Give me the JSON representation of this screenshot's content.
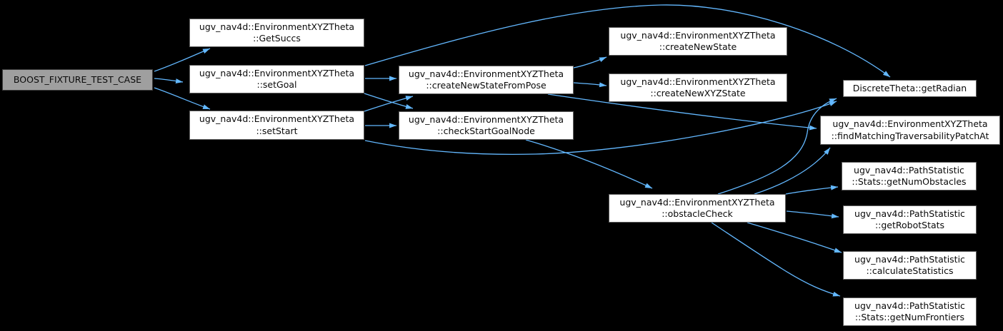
{
  "graph": {
    "type": "call-graph",
    "colors": {
      "background": "#000000",
      "edge": "#63b8ff",
      "node_fill": "#ffffff",
      "node_border": "#5e5e5e",
      "root_fill": "#9f9f9f",
      "text": "#0a0a0a"
    },
    "nodes": [
      {
        "id": "boost",
        "line1": "BOOST_FIXTURE_TEST_CASE",
        "line2": ""
      },
      {
        "id": "getsuccs",
        "line1": "ugv_nav4d::EnvironmentXYZTheta",
        "line2": "::GetSuccs"
      },
      {
        "id": "setgoal",
        "line1": "ugv_nav4d::EnvironmentXYZTheta",
        "line2": "::setGoal"
      },
      {
        "id": "setstart",
        "line1": "ugv_nav4d::EnvironmentXYZTheta",
        "line2": "::setStart"
      },
      {
        "id": "createnewstatefrompose",
        "line1": "ugv_nav4d::EnvironmentXYZTheta",
        "line2": "::createNewStateFromPose"
      },
      {
        "id": "checkstartgoalnode",
        "line1": "ugv_nav4d::EnvironmentXYZTheta",
        "line2": "::checkStartGoalNode"
      },
      {
        "id": "createnewstate",
        "line1": "ugv_nav4d::EnvironmentXYZTheta",
        "line2": "::createNewState"
      },
      {
        "id": "createnewxyzstate",
        "line1": "ugv_nav4d::EnvironmentXYZTheta",
        "line2": "::createNewXYZState"
      },
      {
        "id": "getradian",
        "line1": "DiscreteTheta::getRadian",
        "line2": ""
      },
      {
        "id": "findmatching",
        "line1": "ugv_nav4d::EnvironmentXYZTheta",
        "line2": "::findMatchingTraversabilityPatchAt"
      },
      {
        "id": "obstaclecheck",
        "line1": "ugv_nav4d::EnvironmentXYZTheta",
        "line2": "::obstacleCheck"
      },
      {
        "id": "getnumobstacles",
        "line1": "ugv_nav4d::PathStatistic",
        "line2": "::Stats::getNumObstacles"
      },
      {
        "id": "getrobotstats",
        "line1": "ugv_nav4d::PathStatistic",
        "line2": "::getRobotStats"
      },
      {
        "id": "calculatestatistics",
        "line1": "ugv_nav4d::PathStatistic",
        "line2": "::calculateStatistics"
      },
      {
        "id": "getnumfrontiers",
        "line1": "ugv_nav4d::PathStatistic",
        "line2": "::Stats::getNumFrontiers"
      }
    ],
    "edges": [
      {
        "from": "boost",
        "to": "getsuccs"
      },
      {
        "from": "boost",
        "to": "setgoal"
      },
      {
        "from": "boost",
        "to": "setstart"
      },
      {
        "from": "setgoal",
        "to": "createnewstatefrompose"
      },
      {
        "from": "setgoal",
        "to": "checkstartgoalnode"
      },
      {
        "from": "setgoal",
        "to": "getradian"
      },
      {
        "from": "setstart",
        "to": "createnewstatefrompose"
      },
      {
        "from": "setstart",
        "to": "checkstartgoalnode"
      },
      {
        "from": "setstart",
        "to": "getradian"
      },
      {
        "from": "createnewstatefrompose",
        "to": "createnewstate"
      },
      {
        "from": "createnewstatefrompose",
        "to": "createnewxyzstate"
      },
      {
        "from": "createnewstatefrompose",
        "to": "findmatching"
      },
      {
        "from": "checkstartgoalnode",
        "to": "obstaclecheck"
      },
      {
        "from": "obstaclecheck",
        "to": "getradian"
      },
      {
        "from": "obstaclecheck",
        "to": "findmatching"
      },
      {
        "from": "obstaclecheck",
        "to": "getnumobstacles"
      },
      {
        "from": "obstaclecheck",
        "to": "getrobotstats"
      },
      {
        "from": "obstaclecheck",
        "to": "calculatestatistics"
      },
      {
        "from": "obstaclecheck",
        "to": "getnumfrontiers"
      }
    ]
  }
}
